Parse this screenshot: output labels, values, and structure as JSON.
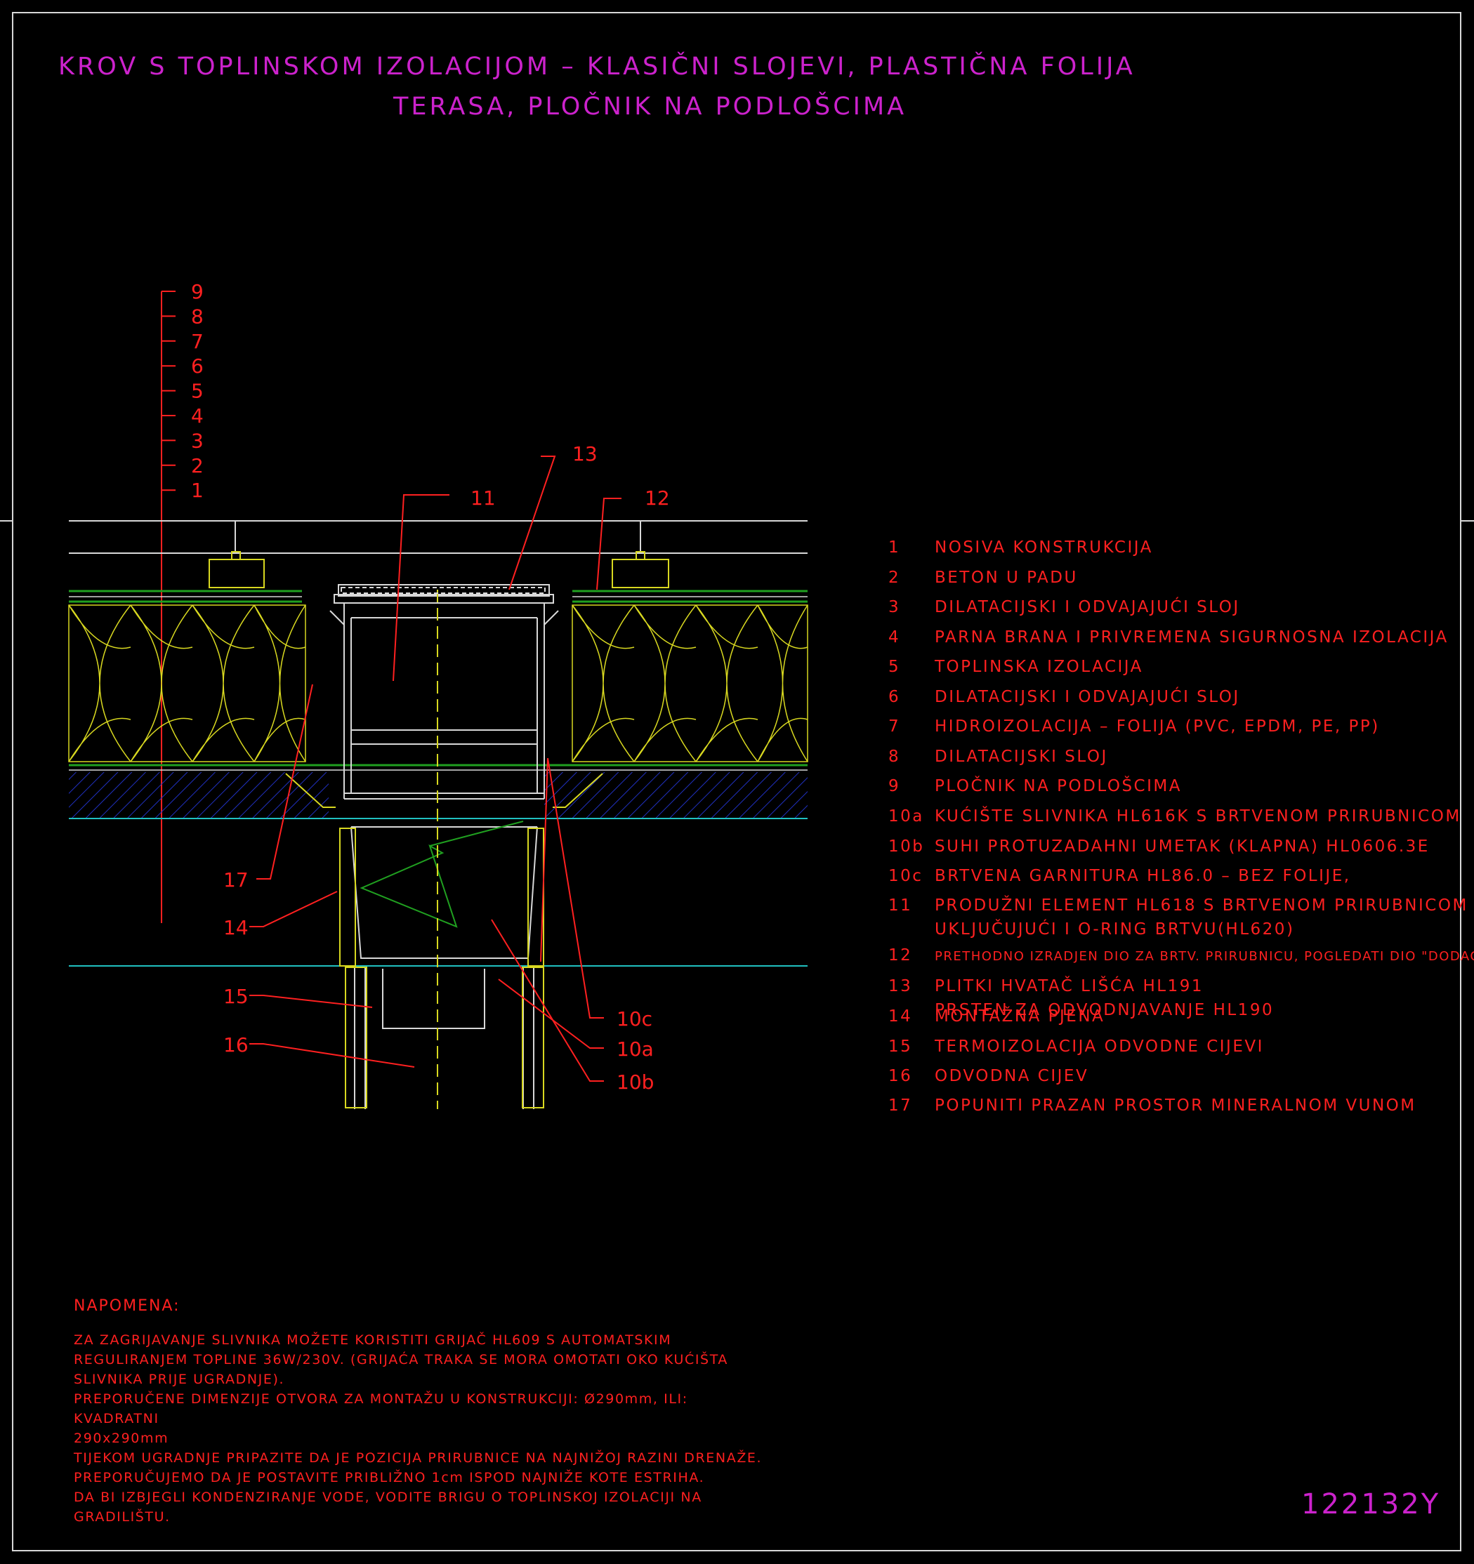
{
  "title": {
    "line1": "KROV S TOPLINSKOM IZOLACIJOM – KLASIČNI SLOJEVI, PLASTIČNA FOLIJA",
    "line2": "TERASA, PLOČNIK NA PODLOŠCIMA"
  },
  "layer_scale": [
    "9",
    "8",
    "7",
    "6",
    "5",
    "4",
    "3",
    "2",
    "1"
  ],
  "callouts": {
    "c10a": "10a",
    "c10b": "10b",
    "c10c": "10c",
    "c11": "11",
    "c12": "12",
    "c13": "13",
    "c14": "14",
    "c15": "15",
    "c16": "16",
    "c17": "17"
  },
  "legend": [
    {
      "num": "1",
      "text": "NOSIVA KONSTRUKCIJA"
    },
    {
      "num": "2",
      "text": "BETON U PADU"
    },
    {
      "num": "3",
      "text": "DILATACIJSKI I ODVAJAJUĆI SLOJ"
    },
    {
      "num": "4",
      "text": "PARNA BRANA I PRIVREMENA SIGURNOSNA IZOLACIJA"
    },
    {
      "num": "5",
      "text": "TOPLINSKA IZOLACIJA"
    },
    {
      "num": "6",
      "text": "DILATACIJSKI I ODVAJAJUĆI SLOJ"
    },
    {
      "num": "7",
      "text": "HIDROIZOLACIJA – FOLIJA (PVC, EPDM, PE, PP)"
    },
    {
      "num": "8",
      "text": "DILATACIJSKI SLOJ"
    },
    {
      "num": "9",
      "text": "PLOČNIK NA PODLOŠCIMA"
    },
    {
      "num": "10a",
      "text": "KUĆIŠTE SLIVNIKA HL616K S BRTVENOM PRIRUBNICOM"
    },
    {
      "num": "10b",
      "text": "SUHI PROTUZADAHNI UMETAK (KLAPNA) HL0606.3E"
    },
    {
      "num": "10c",
      "text": "BRTVENA GARNITURA HL86.0 – BEZ FOLIJE,"
    },
    {
      "num": "11",
      "text": "PRODUŽNI ELEMENT HL618 S BRTVENOM PRIRUBNICOM",
      "cont": "UKLJUČUJUĆI I O-RING BRTVU(HL620)"
    },
    {
      "num": "12",
      "text": "PRETHODNO IZRADJEN DIO ZA BRTV. PRIRUBNICU, POGLEDATI DIO \"DODACI\""
    },
    {
      "num": "13",
      "text": "PLITKI HVATAČ LIŠĆA HL191",
      "cont": "PRSTEN ZA ODVODNJAVANJE HL190"
    },
    {
      "num": "14",
      "text": "MONTAŽNA PJENA"
    },
    {
      "num": "15",
      "text": "TERMOIZOLACIJA ODVODNE CIJEVI"
    },
    {
      "num": "16",
      "text": "ODVODNA CIJEV"
    },
    {
      "num": "17",
      "text": "POPUNITI PRAZAN PROSTOR MINERALNOM VUNOM"
    }
  ],
  "note": {
    "heading": "NAPOMENA:",
    "lines": [
      "ZA ZAGRIJAVANJE SLIVNIKA MOŽETE KORISTITI GRIJAČ HL609 S AUTOMATSKIM",
      "REGULIRANJEM TOPLINE 36W/230V. (GRIJAĆA TRAKA SE MORA OMOTATI OKO KUĆIŠTA",
      "SLIVNIKA PRIJE UGRADNJE).",
      "PREPORUČENE DIMENZIJE OTVORA ZA MONTAŽU U KONSTRUKCIJI: Ø290mm, ILI: KVADRATNI",
      "290x290mm",
      "TIJEKOM UGRADNJE PRIPAZITE DA JE POZICIJA PRIRUBNICE NA NAJNIŽOJ RAZINI DRENAŽE.",
      "PREPORUČUJEMO DA JE POSTAVITE PRIBLIŽNO 1cm ISPOD NAJNIŽE KOTE ESTRIHA.",
      "DA BI IZBJEGLI KONDENZIRANJE VODE, VODITE BRIGU O TOPLINSKOJ IZOLACIJI NA",
      "GRADILIŠTU."
    ]
  },
  "drawing_code": "122132Y",
  "colors": {
    "background": "#000000",
    "title": "#cc22cc",
    "text": "#ff2020",
    "insulation": "#d8d820",
    "membrane": "#20a020",
    "screed_hatch": "#2030c0",
    "line": "#d8d8d8"
  }
}
